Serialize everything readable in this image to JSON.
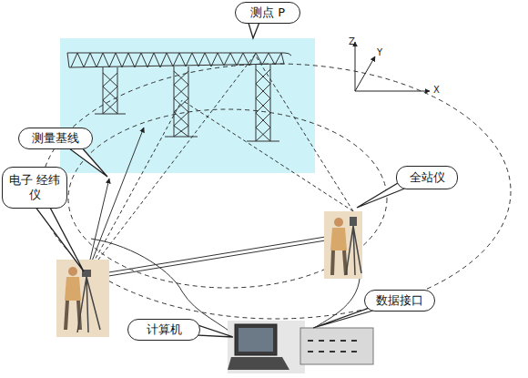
{
  "diagram": {
    "nodes": [
      {
        "text": [
          "测点 P"
        ]
      },
      {
        "text": [
          "测量基线"
        ]
      },
      {
        "text": [
          "电子 经纬仪"
        ]
      },
      {
        "text": [
          "全站仪"
        ]
      },
      {
        "text": [
          "计算机"
        ]
      },
      {
        "text": [
          "数据接口"
        ]
      }
    ],
    "labels": [
      "Z",
      "Y",
      "X"
    ]
  }
}
